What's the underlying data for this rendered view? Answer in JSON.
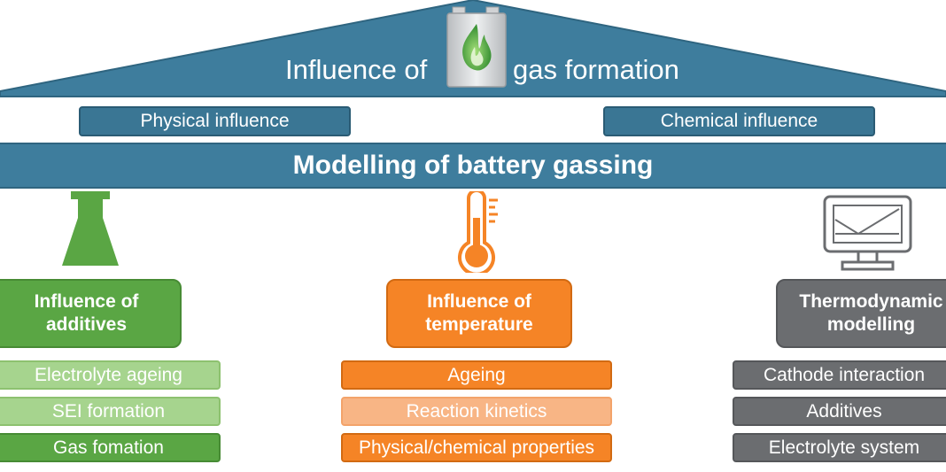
{
  "header": {
    "title_left": "Influence of",
    "title_right": "gas formation",
    "logo_icon": "battery-flame-icon"
  },
  "influences": {
    "physical": "Physical influence",
    "chemical": "Chemical influence"
  },
  "beam": {
    "title": "Modelling of battery gassing"
  },
  "columns": {
    "additives": {
      "icon": "flask-icon",
      "title": "Influence of\nadditives",
      "color": "#5aa644",
      "items": [
        "Electrolyte ageing",
        "SEI formation",
        "Gas fomation"
      ]
    },
    "temperature": {
      "icon": "thermometer-icon",
      "title": "Influence of\ntemperature",
      "color": "#f58426",
      "items": [
        "Ageing",
        "Reaction kinetics",
        "Physical/chemical properties"
      ]
    },
    "thermodynamic": {
      "icon": "computer-monitor-icon",
      "title": "Thermodynamic\nmodelling",
      "color": "#6b6d70",
      "items": [
        "Cathode interaction",
        "Additives",
        "Electrolyte system"
      ]
    }
  },
  "colors": {
    "roof": "#3e7d9d",
    "green": "#5aa644",
    "orange": "#f58426",
    "gray": "#6b6d70"
  }
}
